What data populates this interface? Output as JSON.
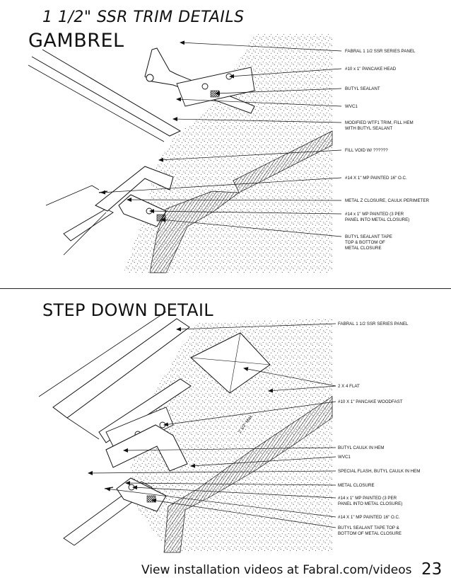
{
  "header": {
    "title": "1 1/2\" SSR TRIM DETAILS",
    "subtitle": "GAMBREL"
  },
  "gambrel": {
    "callouts": [
      [
        "FABRAL 1 1/2 SSR SERIES PANEL"
      ],
      [
        "#10 x 1\" PANCAKE HEAD"
      ],
      [
        "BUTYL SEALANT"
      ],
      [
        "WVC1"
      ],
      [
        "MODIFIED WTF1 TRIM, FILL HEM",
        "WITH BUTYL SEALANT"
      ],
      [
        "FILL VOID W/ ??????"
      ],
      [
        "#14 X 1\" MP PAINTED 16\" O.C."
      ],
      [
        "METAL Z CLOSURE, CAULK PERIMETER"
      ],
      [
        "#14 x 1\" MP PAINTED (3 PER",
        "PANEL INTO METAL CLOSURE)"
      ],
      [
        "BUTYL SEALANT TAPE",
        "TOP & BOTTOM OF",
        "METAL CLOSURE"
      ]
    ]
  },
  "step_down": {
    "title": "STEP DOWN DETAIL",
    "dimension": "2 1/2\" Max.",
    "callouts": [
      [
        "FABRAL 1 1/2 SSR SERIES PANEL"
      ],
      [
        "2 X 4 FLAT"
      ],
      [
        "#10 X 1\" PANCAKE WOODFAST"
      ],
      [
        "BUTYL CAULK IN HEM"
      ],
      [
        "WVC1"
      ],
      [
        "SPECIAL FLASH, BUTYL CAULK IN HEM"
      ],
      [
        "METAL CLOSURE"
      ],
      [
        "#14 x 1\" MP PAINTED (3 PER",
        "PANEL INTO METAL CLOSURE)"
      ],
      [
        "#14 X 1\" MP PAINTED 16\" O.C."
      ],
      [
        "BUTYL SEALANT TAPE TOP &",
        "BOTTOM OF METAL CLOSURE"
      ]
    ]
  },
  "footer": {
    "text": "View installation videos at Fabral.com/videos",
    "page_number": "23"
  }
}
